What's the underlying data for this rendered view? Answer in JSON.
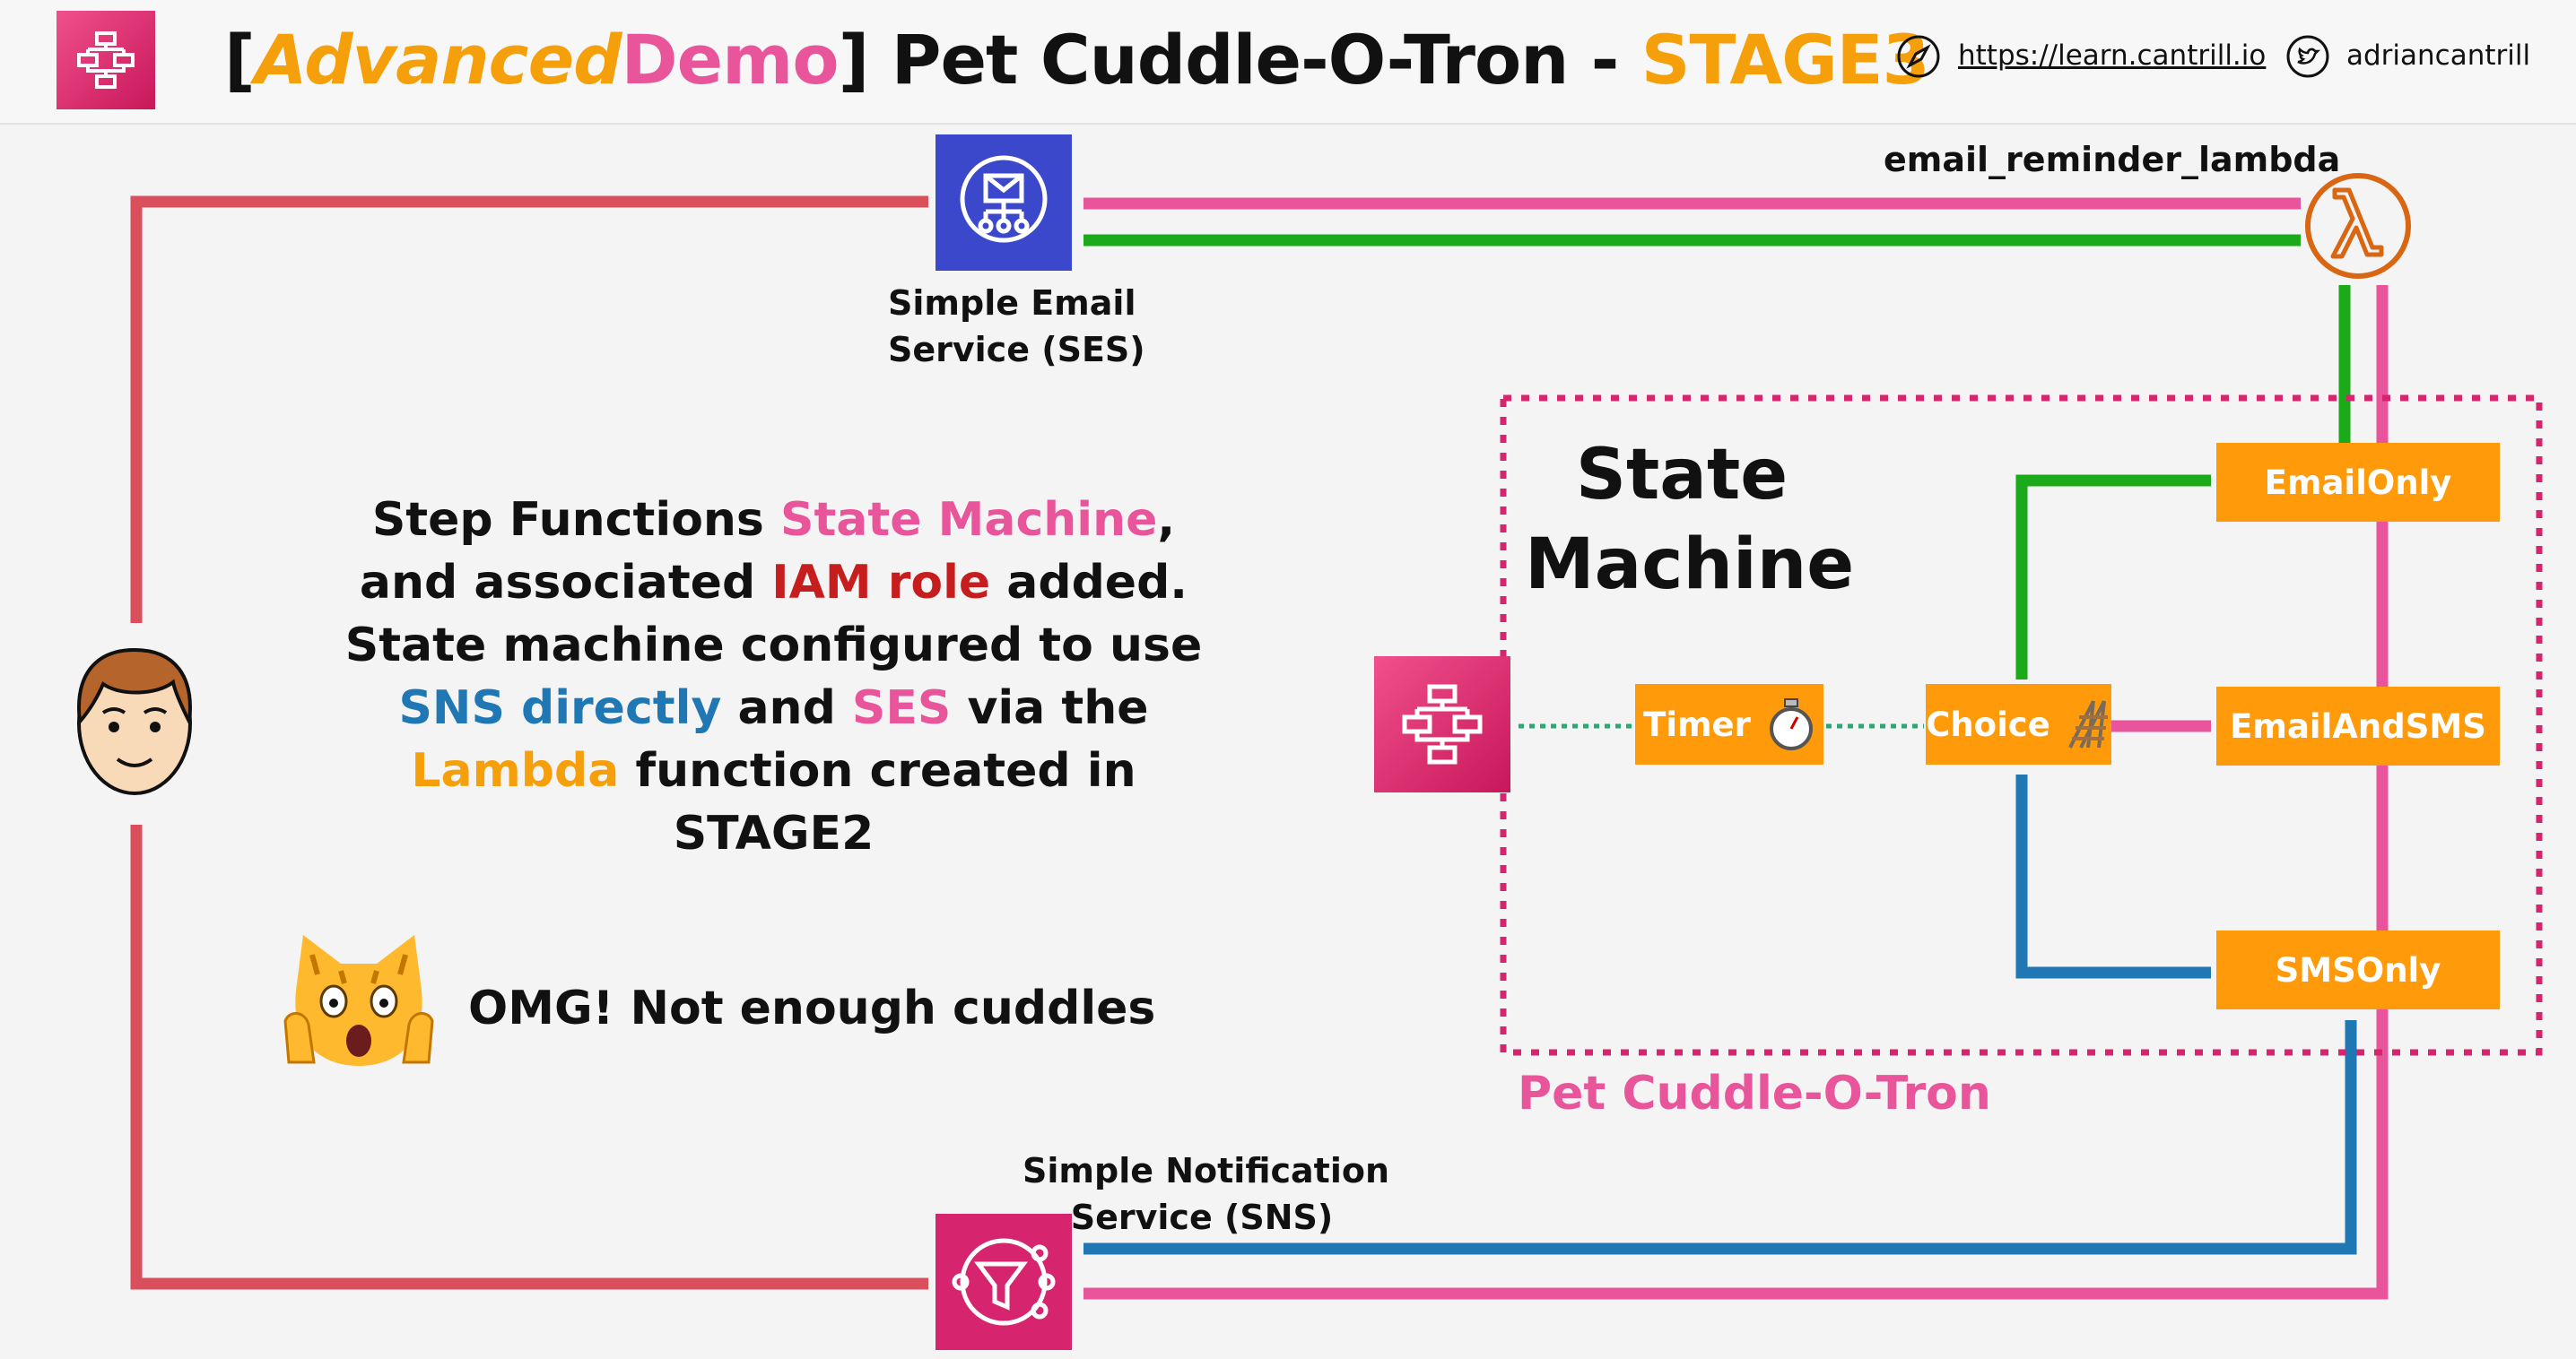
{
  "header": {
    "title_open_bracket": "[",
    "title_advanced": "Advanced",
    "title_demo": "Demo",
    "title_close_bracket": "]",
    "title_main": " Pet Cuddle-O-Tron - ",
    "title_stage": "STAGE3",
    "site_link": "https://learn.cantrill.io",
    "twitter_handle": "adriancantrill",
    "logo_icon": "step-functions-icon",
    "site_icon": "compass-icon",
    "twitter_icon": "twitter-bird-icon"
  },
  "services": {
    "ses_line1": "Simple Email",
    "ses_line2": "Service (SES)",
    "sns_line1": "Simple Notification",
    "sns_line2": "Service (SNS)",
    "lambda_name": "email_reminder_lambda"
  },
  "description": {
    "p1": "Step Functions ",
    "p2": "State Machine",
    "p3": ", and associated ",
    "p4": "IAM role",
    "p5": " added. State machine configured to use ",
    "p6": "SNS directly",
    "p7": " and ",
    "p8": "SES",
    "p9": " via the ",
    "p10": "Lambda",
    "p11": " function created in STAGE2"
  },
  "cat_caption": "OMG! Not enough cuddles",
  "state_machine": {
    "title": "State Machine",
    "group_label": "Pet Cuddle-O-Tron",
    "states": {
      "timer": "Timer",
      "choice": "Choice",
      "email_only": "EmailOnly",
      "email_and_sms": "EmailAndSMS",
      "sms_only": "SMSOnly"
    }
  },
  "colors": {
    "pink": "#e8559a",
    "red": "#d94f5c",
    "green": "#1aaa1a",
    "blue": "#1f77b4",
    "orange": "#ff9a0a",
    "ses_blue": "#3b48cc",
    "aws_pink": "#d6246e"
  }
}
